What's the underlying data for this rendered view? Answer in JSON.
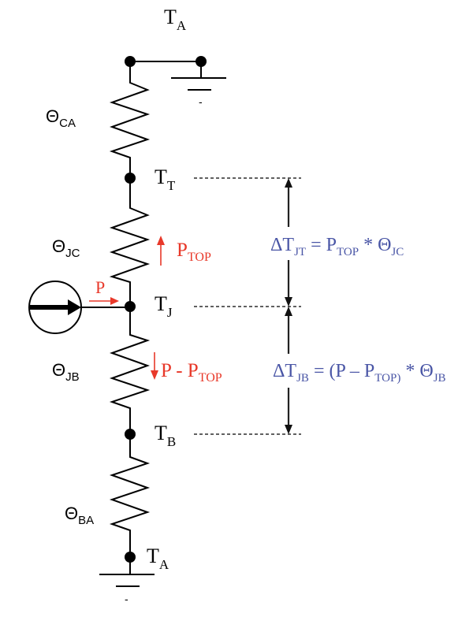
{
  "diagram": {
    "title": "Junction thermal resistance network",
    "colors": {
      "circuit": "#000000",
      "power_flow": "#e8392a",
      "equations": "#4a56a6"
    },
    "nodes": {
      "top_ambient": {
        "base": "T",
        "sub": "A"
      },
      "top": {
        "base": "T",
        "sub": "T"
      },
      "junction": {
        "base": "T",
        "sub": "J"
      },
      "board": {
        "base": "T",
        "sub": "B"
      },
      "bottom_ambient": {
        "base": "T",
        "sub": "A"
      }
    },
    "resistors": {
      "case_ambient": {
        "base": "Θ",
        "sub": "CA"
      },
      "junction_case": {
        "base": "Θ",
        "sub": "JC"
      },
      "junction_board": {
        "base": "Θ",
        "sub": "JB"
      },
      "board_ambient": {
        "base": "Θ",
        "sub": "BA"
      }
    },
    "ground_symbol": "-",
    "power": {
      "source_label": "P",
      "top_flow": {
        "base": "P",
        "sub": "TOP"
      },
      "bottom_flow": {
        "base": "P - P",
        "sub": "TOP"
      }
    },
    "equations": {
      "delta_t_jt": {
        "delta": "ΔT",
        "delta_sub": "JT",
        "eq": " = P",
        "p_sub": "TOP",
        "mult": " * Θ",
        "theta_sub": "JC"
      },
      "delta_t_jb": {
        "delta": "ΔT",
        "delta_sub": "JB",
        "eq": " = (P – P",
        "p_sub": "TOP)",
        "mult": " * Θ",
        "theta_sub": "JB"
      }
    }
  }
}
